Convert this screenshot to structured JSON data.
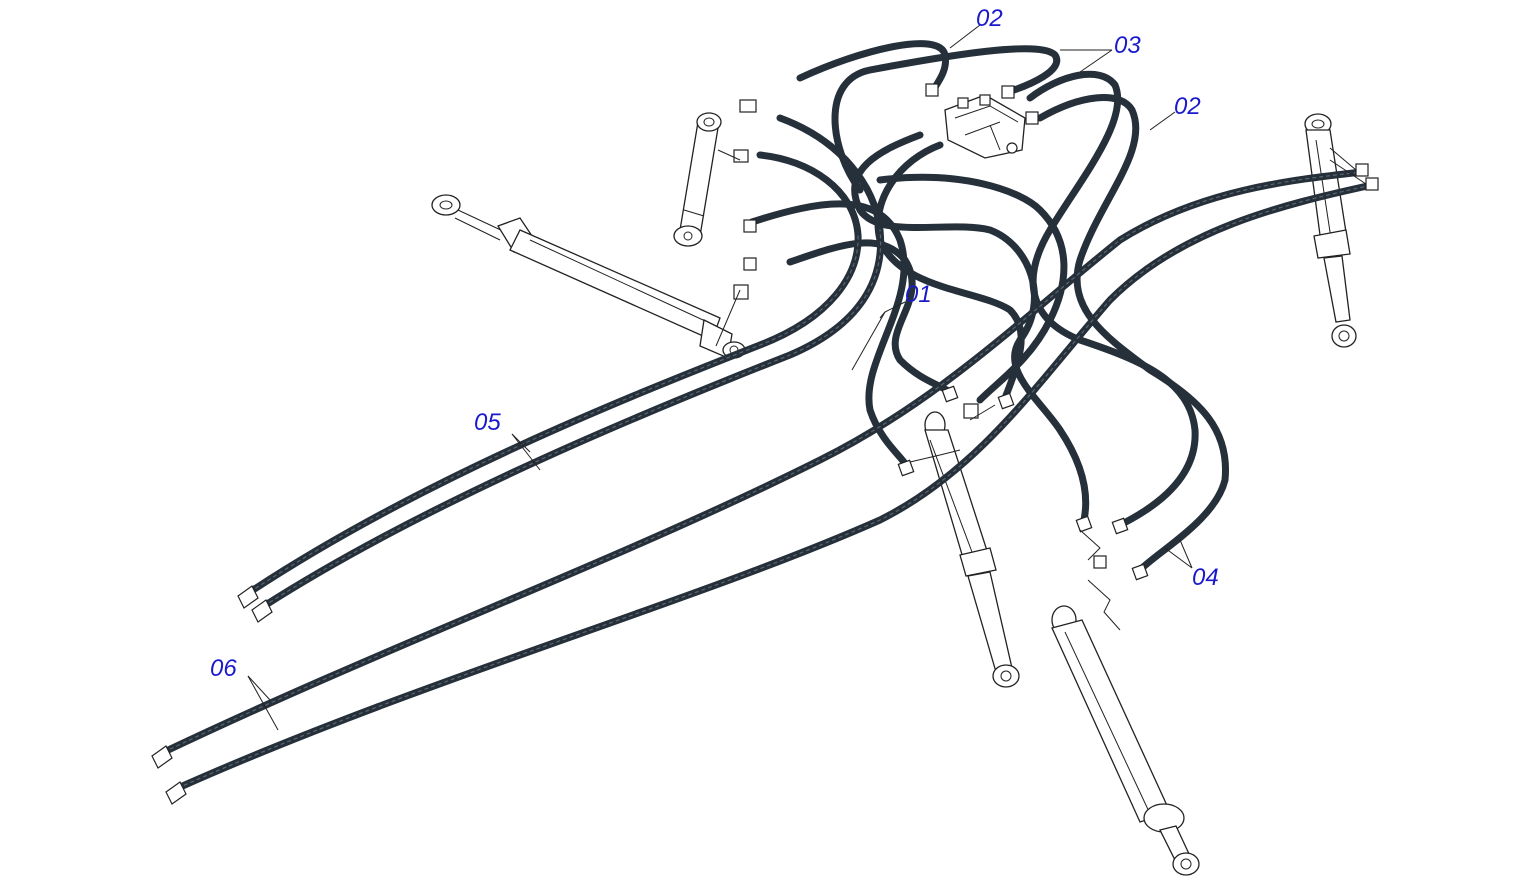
{
  "diagram": {
    "callouts": [
      {
        "id": "c01",
        "text": "01"
      },
      {
        "id": "c02a",
        "text": "02"
      },
      {
        "id": "c02b",
        "text": "02"
      },
      {
        "id": "c03",
        "text": "03"
      },
      {
        "id": "c04",
        "text": "04"
      },
      {
        "id": "c05",
        "text": "05"
      },
      {
        "id": "c06",
        "text": "06"
      }
    ],
    "colors": {
      "callout": "#1a1acc",
      "hose": "#26303a",
      "line": "#222222",
      "background": "#ffffff"
    }
  }
}
